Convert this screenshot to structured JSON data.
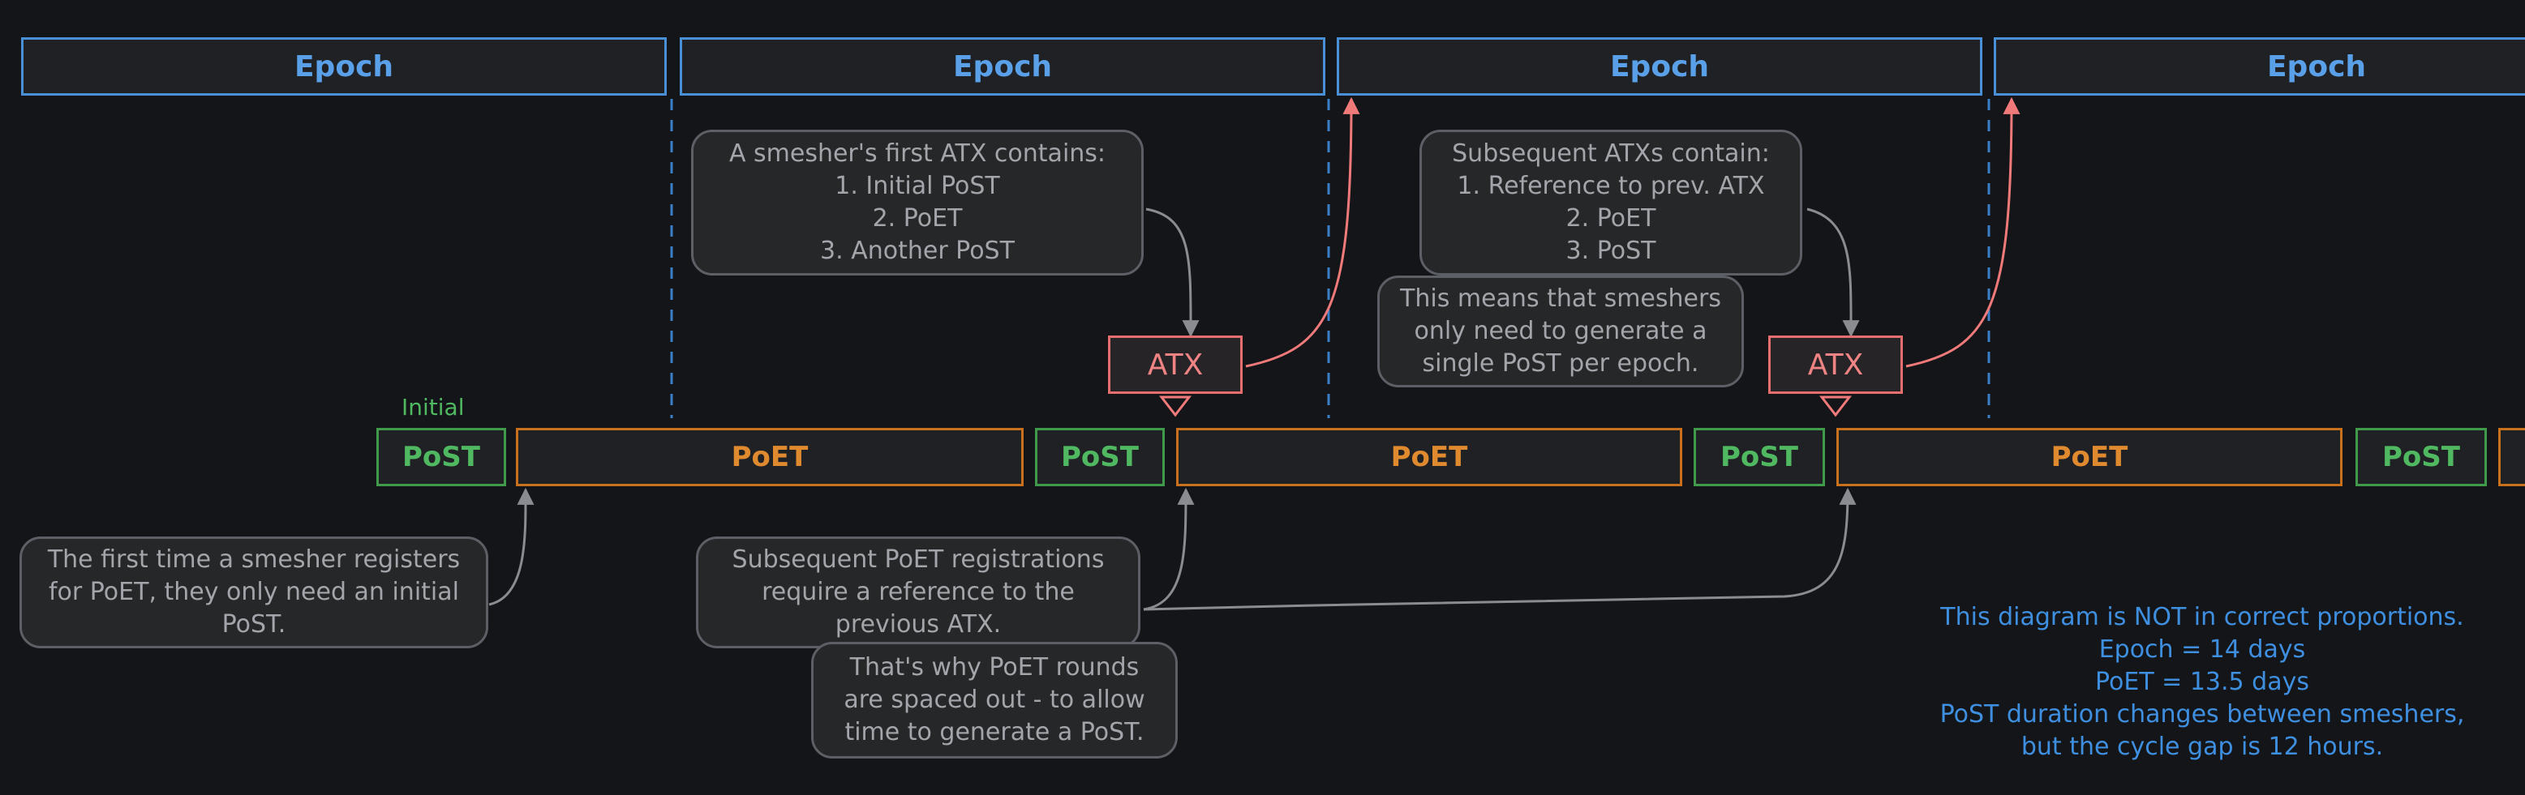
{
  "epochs": {
    "label": "Epoch"
  },
  "bars": {
    "post_label": "PoST",
    "poet_label": "PoET",
    "initial_label": "Initial"
  },
  "atx": {
    "label": "ATX"
  },
  "notes": {
    "first_atx": "A smesher's first ATX contains:\n1. Initial PoST\n2. PoET\n3. Another PoST",
    "subsequent_atx": "Subsequent ATXs contain:\n1. Reference to prev. ATX\n2. PoET\n3. PoST",
    "single_post": "This means that smeshers\nonly need to generate a\nsingle PoST per epoch.",
    "first_registration": "The first time a smesher registers\nfor PoET, they only need an initial\nPoST.",
    "subsequent_registration": "Subsequent PoET registrations\nrequire a reference to the\nprevious ATX.",
    "spacing": "That's why PoET rounds\nare spaced out - to allow\ntime to generate a PoST."
  },
  "legend": {
    "line1": "This diagram is NOT in correct proportions.",
    "line2": "Epoch = 14 days",
    "line3": "PoET = 13.5 days",
    "line4": "PoST duration changes between smeshers,",
    "line5": "but the cycle gap is 12 hours."
  },
  "colors": {
    "background": "#131519",
    "epoch": "#4a90d9",
    "post": "#3f9a4a",
    "poet": "#c8701c",
    "atx": "#e76e6e",
    "note_border": "#5c5f65",
    "legend_text": "#3f8fe0"
  }
}
